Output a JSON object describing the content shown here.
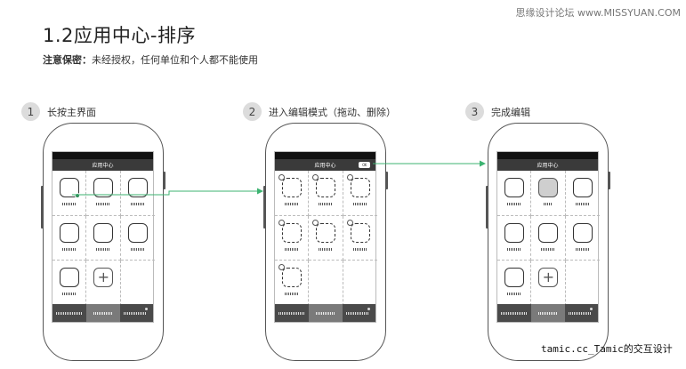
{
  "watermark": "思缘设计论坛 www.MISSYUAN.COM",
  "title": "1.2应用中心-排序",
  "note": {
    "label": "注意保密：",
    "text": "未经授权，任何单位和个人都不能使用"
  },
  "steps": [
    {
      "num": "1",
      "label": "长按主界面"
    },
    {
      "num": "2",
      "label": "进入编辑模式（拖动、删除）"
    },
    {
      "num": "3",
      "label": "完成编辑"
    }
  ],
  "screens": [
    {
      "header": "应用中心"
    },
    {
      "header": "应用中心",
      "done_button": "OK"
    },
    {
      "header": "应用中心"
    }
  ],
  "add_icon": "+",
  "caption": "tamic.cc_Tamic的交互设计",
  "colors": {
    "accent": "#3cb371",
    "titlebar": "#3a3a3a",
    "dock": "#4a4a4a"
  }
}
